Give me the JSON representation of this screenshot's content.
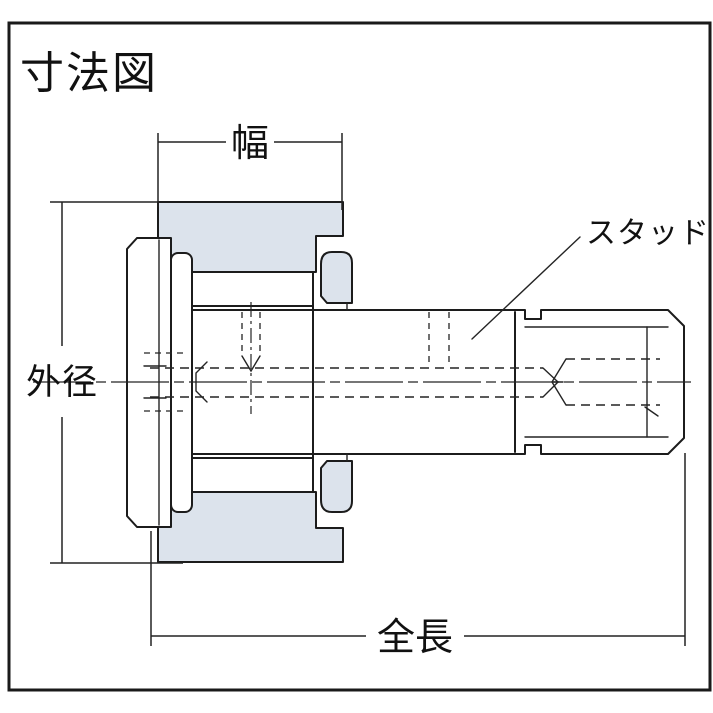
{
  "page": {
    "title": "寸法図"
  },
  "drawing": {
    "description_labels": {
      "stud": "スタッド"
    },
    "dimension_labels": {
      "width": "幅",
      "outer_diameter": "外径",
      "total_length": "全長"
    }
  },
  "colors": {
    "line": "#1c1c1c",
    "shade_fill": "#dce3ec",
    "background": "#ffffff"
  }
}
